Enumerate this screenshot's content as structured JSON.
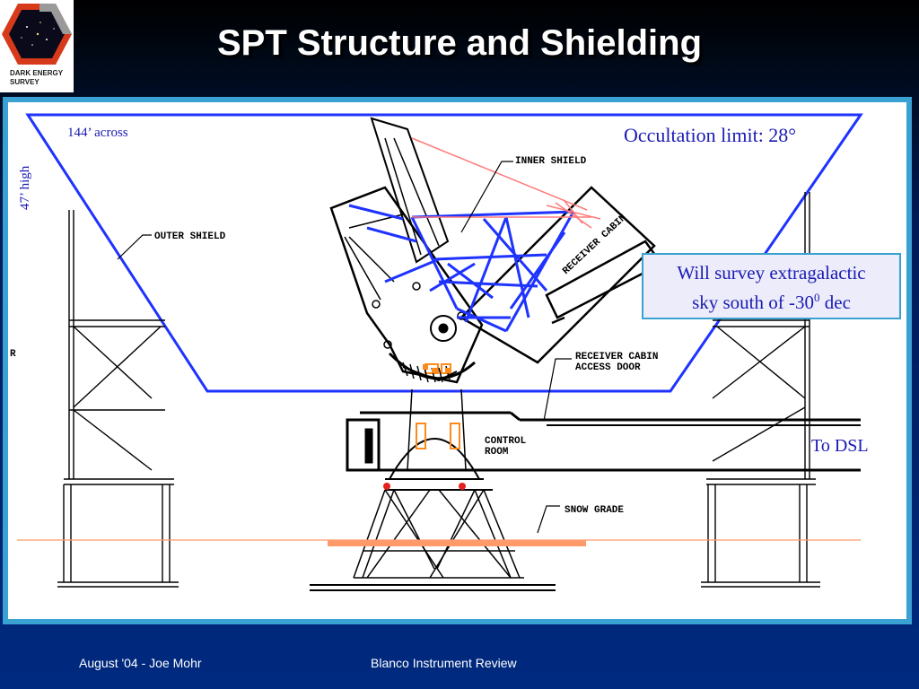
{
  "slide": {
    "title": "SPT Structure and Shielding",
    "logo_text": "DARK ENERGY\nSURVEY"
  },
  "diagram": {
    "across_label": "144’ across",
    "high_label": "47’ high",
    "occultation_label": "Occultation limit: 28°",
    "dsl_label": "To DSL",
    "callout_line1": "Will survey extragalactic",
    "callout_line2_pre": "sky south of -30",
    "callout_sup": "0",
    "callout_line2_post": " dec",
    "labels": {
      "inner_shield": "INNER SHIELD",
      "outer_shield": "OUTER SHIELD",
      "receiver_cabin": "RECEIVER CABIN",
      "receiver_cabin_door": "RECEIVER CABIN\nACCESS DOOR",
      "control_room": "CONTROL\nROOM",
      "snow_grade": "SNOW GRADE",
      "edge_mark": "R"
    }
  },
  "footer": {
    "left": "August '04 - Joe Mohr",
    "center": "Blanco Instrument Review"
  },
  "colors": {
    "accent_blue": "#1a1ab4",
    "frame_cyan": "#3aa2d2",
    "shield_blue": "#1e33ff",
    "sight_red": "#ff7a7a",
    "snow_orange": "#ff9a6a"
  }
}
